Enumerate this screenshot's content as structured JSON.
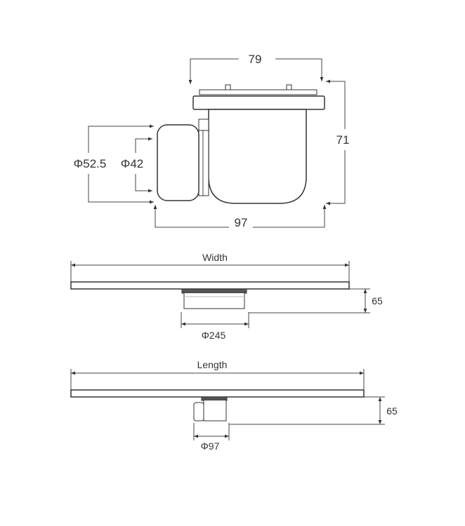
{
  "colors": {
    "line": "#444444",
    "text": "#333333",
    "background": "#ffffff"
  },
  "side_view": {
    "dim_top_width": "79",
    "dim_height": "71",
    "dim_bottom_width": "97",
    "dim_outlet_outer": "Φ52.5",
    "dim_outlet_inner": "Φ42"
  },
  "width_view": {
    "label_width": "Width",
    "dim_height": "65",
    "dim_diameter": "Φ245"
  },
  "length_view": {
    "label_length": "Length",
    "dim_height": "65",
    "dim_diameter": "Φ97"
  }
}
